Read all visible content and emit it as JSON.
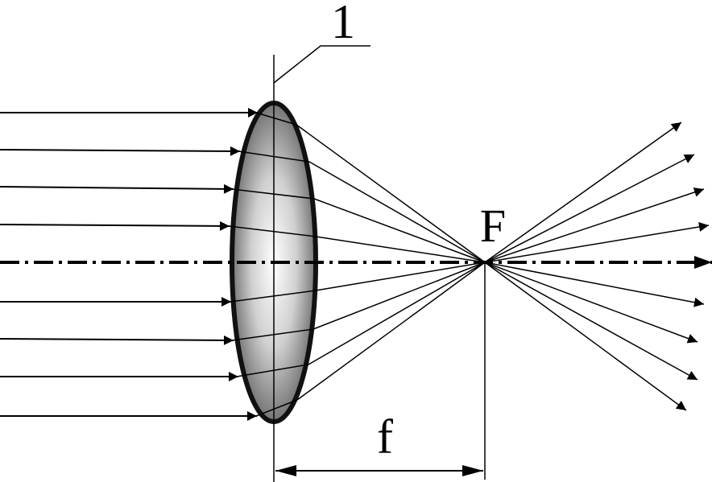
{
  "diagram": {
    "labels": {
      "lens_number": "1",
      "focal_point": "F",
      "focal_length": "f"
    },
    "colors": {
      "line": "#000000",
      "lens_edge": "#1a1a1a",
      "lens_center": "#ffffff",
      "lens_outer": "#4d4d4d"
    },
    "incident_ray_count": 8,
    "optical_axis_style": "dash-dot"
  }
}
